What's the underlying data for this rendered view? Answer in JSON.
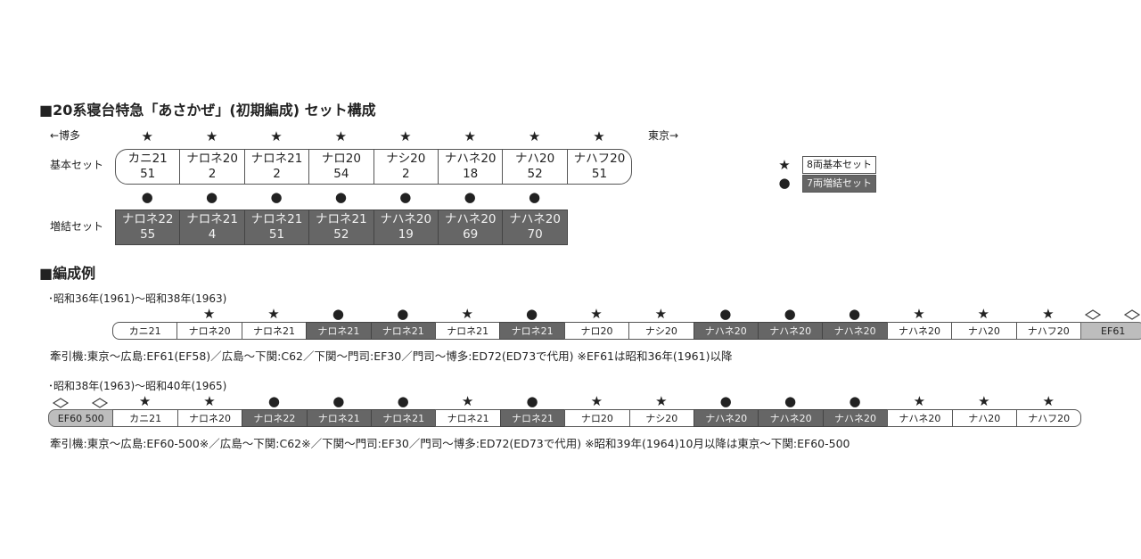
{
  "title": "■20系寝台特急「あさかぜ」(初期編成) セット構成",
  "dir_left": "←博多",
  "dir_right": "東京→",
  "legend": {
    "basic": {
      "mark": "★",
      "label": "8両基本セット"
    },
    "extra": {
      "mark": "●",
      "label": "7両増結セット"
    }
  },
  "basic_set": {
    "label": "基本セット",
    "cars": [
      {
        "name": "カニ21",
        "num": "51"
      },
      {
        "name": "ナロネ20",
        "num": "2"
      },
      {
        "name": "ナロネ21",
        "num": "2"
      },
      {
        "name": "ナロ20",
        "num": "54"
      },
      {
        "name": "ナシ20",
        "num": "2"
      },
      {
        "name": "ナハネ20",
        "num": "18"
      },
      {
        "name": "ナハ20",
        "num": "52"
      },
      {
        "name": "ナハフ20",
        "num": "51"
      }
    ]
  },
  "extra_set": {
    "label": "増結セット",
    "cars": [
      {
        "name": "ナロネ22",
        "num": "55"
      },
      {
        "name": "ナロネ21",
        "num": "4"
      },
      {
        "name": "ナロネ21",
        "num": "51"
      },
      {
        "name": "ナロネ21",
        "num": "52"
      },
      {
        "name": "ナハネ20",
        "num": "19"
      },
      {
        "name": "ナハネ20",
        "num": "69"
      },
      {
        "name": "ナハネ20",
        "num": "70"
      }
    ]
  },
  "example_heading": "■編成例",
  "formation1": {
    "period": "･昭和36年(1961)～昭和38年(1963)",
    "cars": [
      {
        "name": "カニ21",
        "mark": "",
        "type": "white"
      },
      {
        "name": "ナロネ20",
        "mark": "★",
        "type": "white"
      },
      {
        "name": "ナロネ21",
        "mark": "★",
        "type": "white"
      },
      {
        "name": "ナロネ21",
        "mark": "●",
        "type": "gray"
      },
      {
        "name": "ナロネ21",
        "mark": "●",
        "type": "gray"
      },
      {
        "name": "ナロネ21",
        "mark": "★",
        "type": "white"
      },
      {
        "name": "ナロネ21",
        "mark": "●",
        "type": "gray"
      },
      {
        "name": "ナロ20",
        "mark": "★",
        "type": "white"
      },
      {
        "name": "ナシ20",
        "mark": "★",
        "type": "white"
      },
      {
        "name": "ナハネ20",
        "mark": "●",
        "type": "gray"
      },
      {
        "name": "ナハネ20",
        "mark": "●",
        "type": "gray"
      },
      {
        "name": "ナハネ20",
        "mark": "●",
        "type": "gray"
      },
      {
        "name": "ナハネ20",
        "mark": "★",
        "type": "white"
      },
      {
        "name": "ナハ20",
        "mark": "★",
        "type": "white"
      },
      {
        "name": "ナハフ20",
        "mark": "★",
        "type": "white"
      },
      {
        "name": "EF61",
        "mark": "",
        "type": "loco"
      }
    ],
    "note": "牽引機:東京～広島:EF61(EF58)／広島～下関:C62／下関～門司:EF30／門司～博多:ED72(ED73で代用) ※EF61は昭和36年(1961)以降"
  },
  "formation2": {
    "period": "･昭和38年(1963)～昭和40年(1965)",
    "cars": [
      {
        "name": "EF60 500",
        "mark": "",
        "type": "loco"
      },
      {
        "name": "カニ21",
        "mark": "★",
        "type": "white"
      },
      {
        "name": "ナロネ20",
        "mark": "★",
        "type": "white"
      },
      {
        "name": "ナロネ22",
        "mark": "●",
        "type": "gray"
      },
      {
        "name": "ナロネ21",
        "mark": "●",
        "type": "gray"
      },
      {
        "name": "ナロネ21",
        "mark": "●",
        "type": "gray"
      },
      {
        "name": "ナロネ21",
        "mark": "★",
        "type": "white"
      },
      {
        "name": "ナロネ21",
        "mark": "●",
        "type": "gray"
      },
      {
        "name": "ナロ20",
        "mark": "★",
        "type": "white"
      },
      {
        "name": "ナシ20",
        "mark": "★",
        "type": "white"
      },
      {
        "name": "ナハネ20",
        "mark": "●",
        "type": "gray"
      },
      {
        "name": "ナハネ20",
        "mark": "●",
        "type": "gray"
      },
      {
        "name": "ナハネ20",
        "mark": "●",
        "type": "gray"
      },
      {
        "name": "ナハネ20",
        "mark": "★",
        "type": "white"
      },
      {
        "name": "ナハ20",
        "mark": "★",
        "type": "white"
      },
      {
        "name": "ナハフ20",
        "mark": "★",
        "type": "white"
      }
    ],
    "note": "牽引機:東京～広島:EF60-500※／広島～下関:C62※／下関～門司:EF30／門司～博多:ED72(ED73で代用) ※昭和39年(1964)10月以降は東京～下関:EF60-500"
  }
}
